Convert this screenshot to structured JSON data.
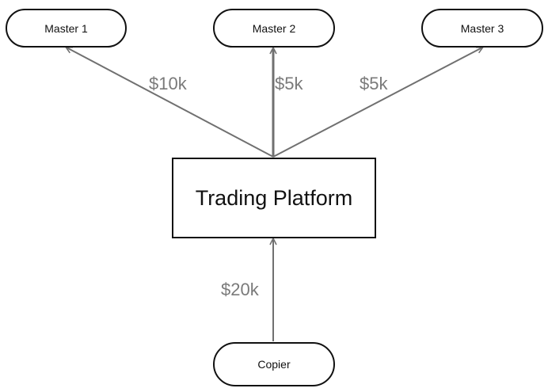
{
  "nodes": {
    "master_1": "Master 1",
    "master_2": "Master 2",
    "master_3": "Master 3",
    "platform": "Trading Platform",
    "copier": "Copier"
  },
  "flows": {
    "to_master_1": "$10k",
    "to_master_2": "$5k",
    "to_master_3": "$5k",
    "from_copier": "$20k"
  },
  "colors": {
    "arrow": "#707070",
    "amount_text": "#7a7a7a",
    "node_border": "#111111"
  }
}
